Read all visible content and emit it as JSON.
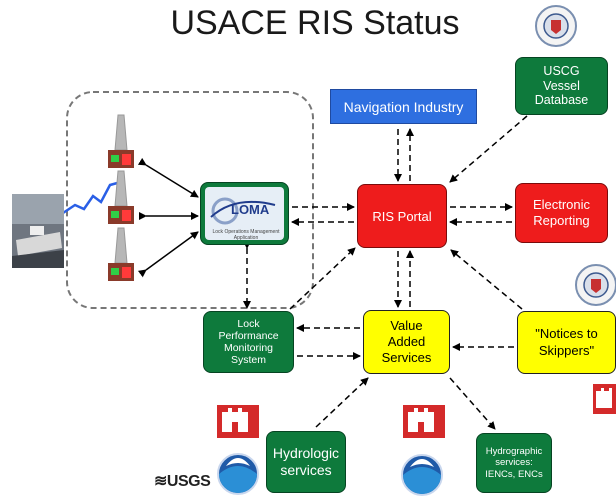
{
  "title": "USACE RIS Status",
  "nodes": {
    "navigation_industry": "Navigation Industry",
    "ris_portal": "RIS Portal",
    "uscg_vessel_database": "USCG\nVessel\nDatabase",
    "electronic_reporting": "Electronic\nReporting",
    "lock_performance": "Lock\nPerformance\nMonitoring\nSystem",
    "value_added": "Value\nAdded\nServices",
    "notices": "\"Notices to\nSkippers\"",
    "hydrologic": "Hydrologic\nservices",
    "hydrographic": "Hydrographic\nservices:\nIENCs, ENCs",
    "loma": "LOMA",
    "loma_sub": "Lock Operations Management Application"
  },
  "logos": {
    "usgs": "≋USGS",
    "noaa": "NOAA"
  },
  "colors": {
    "green": "#0e7a3c",
    "red": "#ee1c1c",
    "yellow": "#ffff00",
    "blue": "#2e6fe0",
    "usace_red": "#d42a2a"
  },
  "icons": [
    "uscg-seal-icon",
    "usace-castle-icon",
    "noaa-logo-icon",
    "usgs-logo-icon",
    "lock-tower-icon",
    "vessel-photo"
  ]
}
